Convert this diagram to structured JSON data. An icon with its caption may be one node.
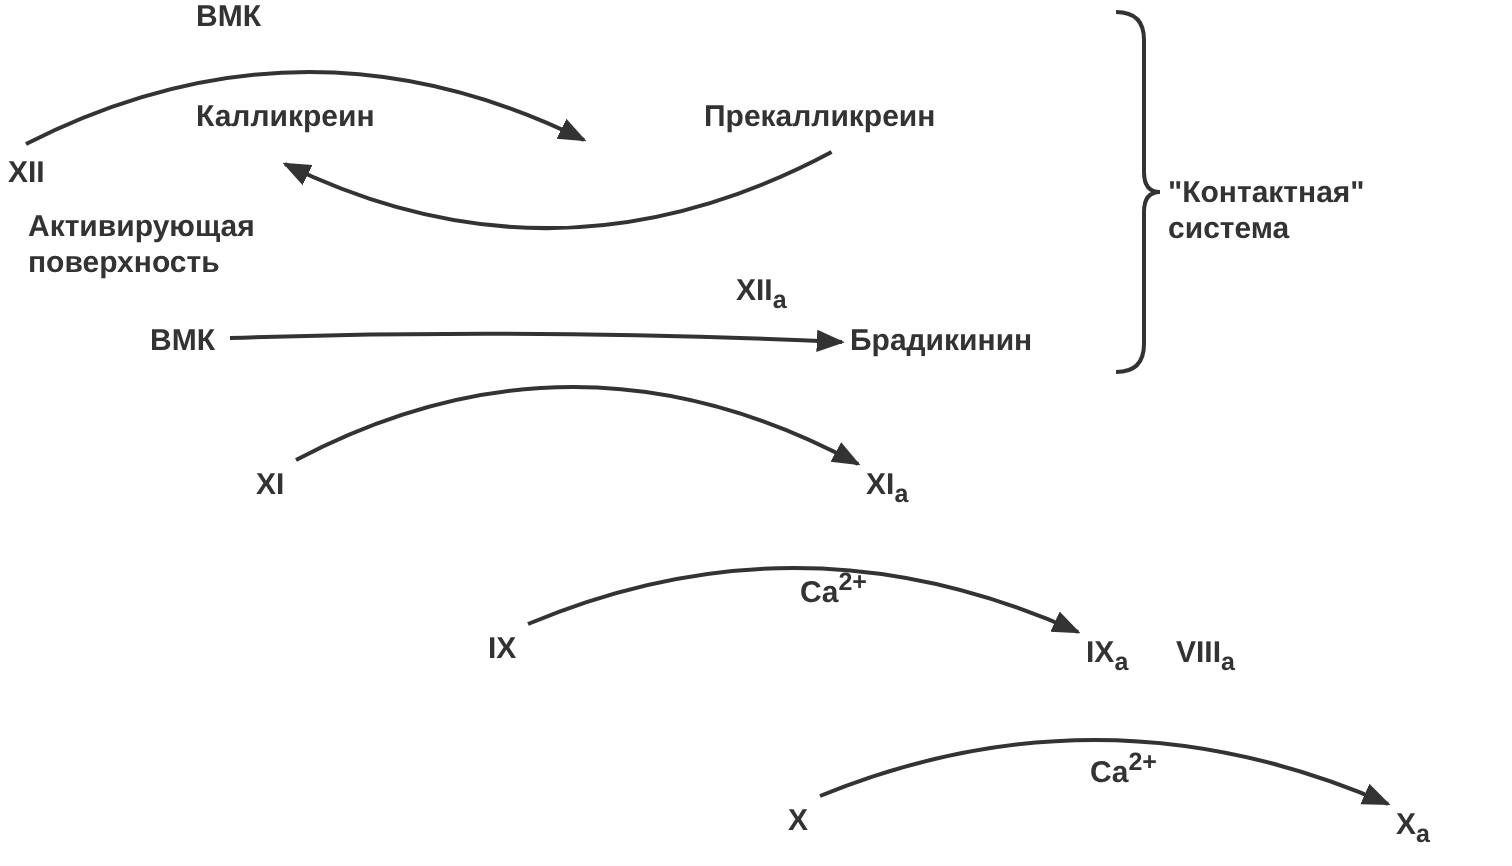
{
  "diagram": {
    "nodes": [
      {
        "text": [
          "XII"
        ]
      },
      {
        "text": [
          "Калликреин"
        ]
      },
      {
        "text": [
          "Прекалликреин"
        ]
      },
      {
        "text": [
          "ВМК"
        ]
      },
      {
        "text": [
          "Брадикинин"
        ]
      },
      {
        "text": [
          "XI"
        ]
      },
      {
        "text": [
          "XI$_{a}$"
        ]
      },
      {
        "text": [
          "IX"
        ]
      },
      {
        "text": [
          "IX$_{a}$"
        ]
      },
      {
        "text": [
          "X"
        ]
      },
      {
        "text": [
          "X$_{a}$"
        ]
      }
    ],
    "edges": [
      {
        "from": 0,
        "to": null,
        "arrow": "to"
      },
      {
        "from": 2,
        "to": 1,
        "arrow": "to"
      },
      {
        "from": 3,
        "to": 4,
        "arrow": "to"
      },
      {
        "from": 5,
        "to": 6,
        "arrow": "to"
      },
      {
        "from": 7,
        "to": 8,
        "arrow": "to"
      },
      {
        "from": 9,
        "to": 10,
        "arrow": "to"
      }
    ],
    "labels": [
      "ВМК",
      "Активирующая поверхность",
      "XII$_{a}$",
      "\"Контактная\" система",
      "Ca$^{2+}$",
      "VIII$_{a}$",
      "Ca$^{2+}$"
    ]
  }
}
